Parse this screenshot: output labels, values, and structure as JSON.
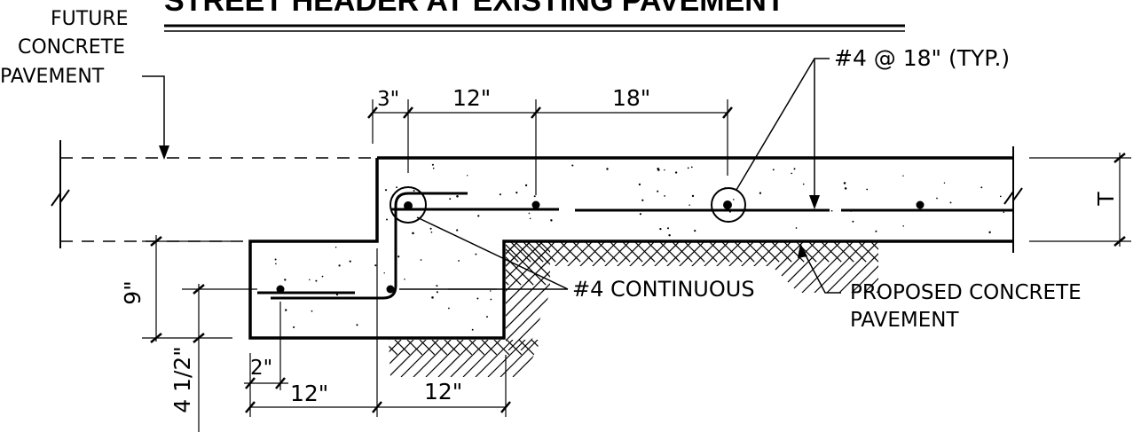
{
  "title": "STREET HEADER AT EXISTING PAVEMENT",
  "labels": {
    "future_line1": "FUTURE",
    "future_line2": "CONCRETE",
    "future_line3": "PAVEMENT",
    "rebar_spacing": "#4 @ 18\" (TYP.)",
    "rebar_continuous": "#4 CONTINUOUS",
    "proposed_line1": "PROPOSED CONCRETE",
    "proposed_line2": "PAVEMENT",
    "thickness": "T"
  },
  "dimensions": {
    "top_3in": "3\"",
    "top_12in": "12\"",
    "top_18in": "18\"",
    "left_9in": "9\"",
    "left_4_5in": "4 1/2\"",
    "bottom_2in": "2\"",
    "bottom_12in_a": "12\"",
    "bottom_12in_b": "12\""
  }
}
